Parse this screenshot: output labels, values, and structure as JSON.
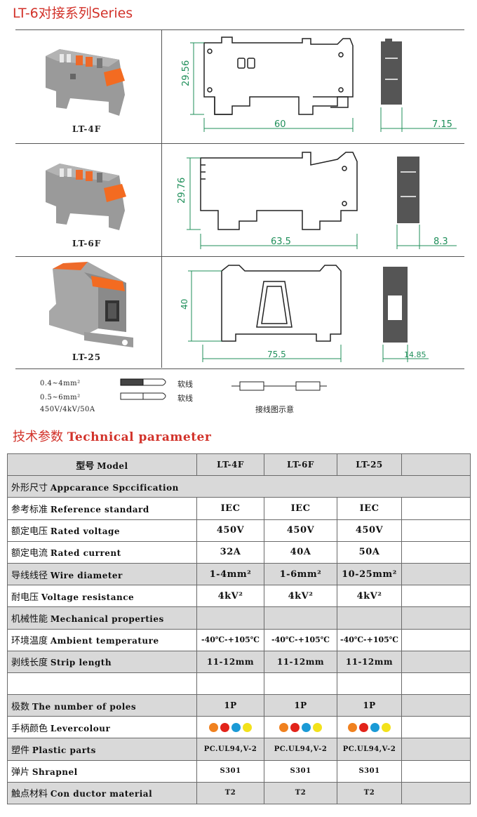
{
  "series_title": "LT-6对接系列Series",
  "products": [
    {
      "label": "LT-4F",
      "dims": {
        "height": "29.56",
        "length": "60",
        "width": "7.15"
      }
    },
    {
      "label": "LT-6F",
      "dims": {
        "height": "29.76",
        "length": "63.5",
        "width": "8.3"
      }
    },
    {
      "label": "LT-25",
      "dims": {
        "height": "40",
        "length": "75.5",
        "width": "14.85"
      }
    }
  ],
  "wire_legend": {
    "range1": "0.4~4mm²",
    "range2": "0.5~6mm²",
    "rating": "450V/4kV/50A",
    "wire_type1": "软线",
    "wire_type2": "软线",
    "diagram_caption": "接线图示意"
  },
  "tech_title": {
    "cn": "技术参数",
    "en": "Technical parameter"
  },
  "table": {
    "header": {
      "cn": "型号",
      "en": "Model",
      "cols": [
        "LT-4F",
        "LT-6F",
        "LT-25"
      ]
    },
    "rows": [
      {
        "cn": "外形尺寸",
        "en": "Appcarance Spccification",
        "values": null
      },
      {
        "cn": "参考标准",
        "en": "Reference standard",
        "values": [
          "IEC",
          "IEC",
          "IEC"
        ]
      },
      {
        "cn": "额定电压",
        "en": "Rated  voltage",
        "values": [
          "450V",
          "450V",
          "450V"
        ]
      },
      {
        "cn": "额定电流",
        "en": "Rated  current",
        "values": [
          "32A",
          "40A",
          "50A"
        ]
      },
      {
        "cn": "导线线径",
        "en": "Wire diameter",
        "values": [
          "1-4mm²",
          "1-6mm²",
          "10-25mm²"
        ]
      },
      {
        "cn": "耐电压",
        "en": "Voltage  resistance",
        "values": [
          "4kV²",
          "4kV²",
          "4kV²"
        ]
      },
      {
        "cn": "机械性能",
        "en": "Mechanical properties",
        "values": null
      },
      {
        "cn": "环境温度",
        "en": "Ambient temperature",
        "values": [
          "-40℃-+105℃",
          "-40℃-+105℃",
          "-40℃-+105℃"
        ]
      },
      {
        "cn": "剥线长度",
        "en": "Strip length",
        "values": [
          "11-12mm",
          "11-12mm",
          "11-12mm"
        ]
      },
      {
        "cn": "",
        "en": "",
        "values": null
      },
      {
        "cn": "极数",
        "en": "The number of poles",
        "values": [
          "1P",
          "1P",
          "1P"
        ]
      },
      {
        "cn": "手柄颜色",
        "en": "Levercolour",
        "values": "dots"
      },
      {
        "cn": "塑件",
        "en": "Plastic parts",
        "values": [
          "PC.UL94,V-2",
          "PC.UL94,V-2",
          "PC.UL94,V-2"
        ]
      },
      {
        "cn": "弹片",
        "en": "Shrapnel",
        "values": [
          "S301",
          "S301",
          "S301"
        ]
      },
      {
        "cn": "触点材料",
        "en": "Con ductor material",
        "values": [
          "T2",
          "T2",
          "T2"
        ]
      }
    ]
  },
  "lever_colours": [
    "#f0811f",
    "#e2231a",
    "#1a9ad6",
    "#f3e21b"
  ],
  "colors": {
    "accent": "#d2322a",
    "drawing": "#1f8f5a",
    "lever": "#f36b21",
    "body": "#8c8c8c"
  }
}
